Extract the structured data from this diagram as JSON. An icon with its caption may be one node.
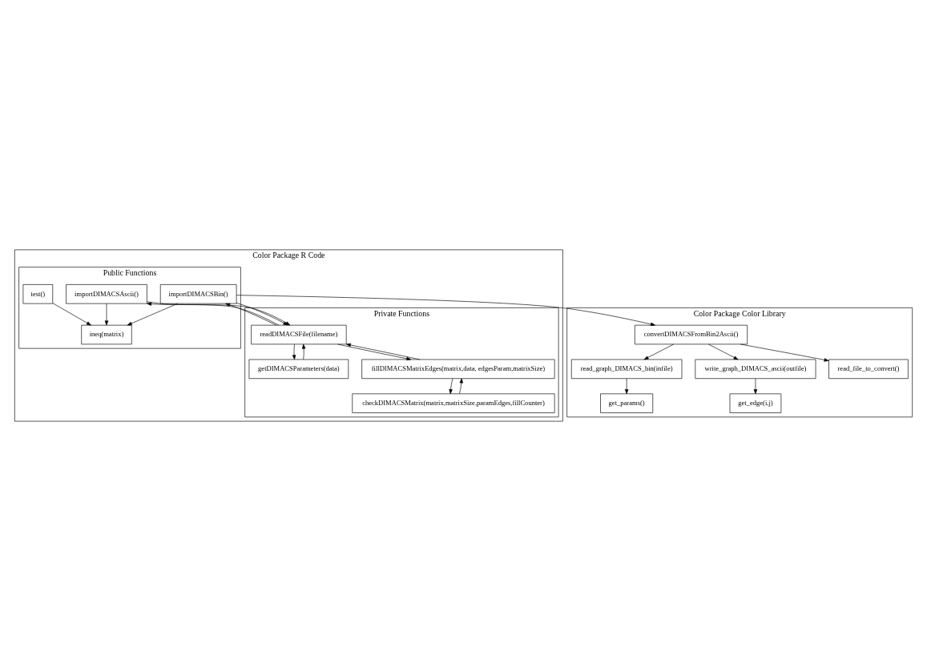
{
  "diagram": {
    "nodes": [
      {
        "text": [
          "Color Package R Code"
        ]
      },
      {
        "text": [
          "Public Functions"
        ],
        "in": 0
      },
      {
        "text": [
          "test()"
        ],
        "in": 1
      },
      {
        "text": [
          "ineq(matrix)"
        ],
        "in": 1
      },
      {
        "text": [
          "importDIMACSAscii()"
        ],
        "in": 1
      },
      {
        "text": [
          "importDIMACSBin()"
        ],
        "in": 1
      },
      {
        "text": [
          "Private Functions"
        ],
        "in": 0
      },
      {
        "text": [
          "readDIMACSFile(filename)"
        ],
        "in": 6
      },
      {
        "text": [
          "getDIMACSParameters(data)"
        ],
        "in": 6
      },
      {
        "text": [
          "fillDIMACSMatrixEdges(matrix,data, edgesParam,matrixSize)"
        ],
        "in": 6
      },
      {
        "text": [
          "checkDIMACSMatrix(matrix,matrixSize,paramEdges,fillCounter)"
        ],
        "in": 6
      },
      {
        "text": [
          "Color Package Color Library"
        ]
      },
      {
        "text": [
          "convertDIMACSFromBin2Ascii()"
        ],
        "in": 11
      },
      {
        "text": [
          "read_file_to_convert()"
        ],
        "in": 11
      },
      {
        "text": [
          "read_graph_DIMACS_bin(infile)"
        ],
        "in": 11
      },
      {
        "text": [
          "get_params()"
        ],
        "in": 11
      },
      {
        "text": [
          "write_graph_DIMACS_ascii(outfile)"
        ],
        "in": 11
      },
      {
        "text": [
          "get_edge(i,j)"
        ],
        "in": 11
      }
    ],
    "edges": [
      {
        "from": 2,
        "to": 3,
        "arrow": "to"
      },
      {
        "from": 4,
        "to": 3,
        "arrow": "to"
      },
      {
        "from": 5,
        "to": 3,
        "arrow": "to"
      },
      {
        "from": 5,
        "to": 12,
        "arrow": "to"
      },
      {
        "from": 4,
        "to": 7,
        "arrow": "to"
      },
      {
        "from": 7,
        "to": 4,
        "arrow": "to"
      },
      {
        "from": 5,
        "to": 7,
        "arrow": "to"
      },
      {
        "from": 7,
        "to": 5,
        "arrow": "to"
      },
      {
        "from": 7,
        "to": 8,
        "arrow": "to"
      },
      {
        "from": 8,
        "to": 7,
        "arrow": "to"
      },
      {
        "from": 7,
        "to": 9,
        "arrow": "to"
      },
      {
        "from": 9,
        "to": 7,
        "arrow": "to"
      },
      {
        "from": 9,
        "to": 10,
        "arrow": "to"
      },
      {
        "from": 10,
        "to": 9,
        "arrow": "to"
      },
      {
        "from": 12,
        "to": 13,
        "arrow": "to"
      },
      {
        "from": 12,
        "to": 14,
        "arrow": "to"
      },
      {
        "from": 12,
        "to": 16,
        "arrow": "to"
      },
      {
        "from": 14,
        "to": 15,
        "arrow": "to"
      },
      {
        "from": 16,
        "to": 17,
        "arrow": "to"
      }
    ]
  }
}
